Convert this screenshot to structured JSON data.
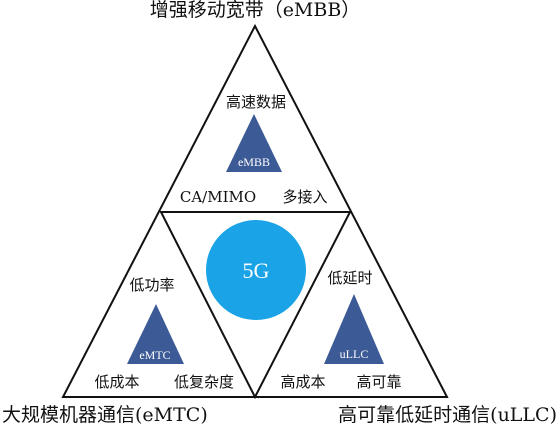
{
  "corners": {
    "top": "增强移动宽带（eMBB）",
    "left": "大规模机器通信(eMTC)",
    "right": "高可靠低延时通信(uLLC)"
  },
  "top_section": {
    "feature_top": "高速数据",
    "badge": "eMBB",
    "feature_left": "CA/MIMO",
    "feature_right": "多接入"
  },
  "left_section": {
    "feature_top": "低功率",
    "badge": "eMTC",
    "feature_left": "低成本",
    "feature_right": "低复杂度"
  },
  "right_section": {
    "feature_top": "低延时",
    "badge": "uLLC",
    "feature_left": "高成本",
    "feature_right": "高可靠"
  },
  "center": {
    "label": "5G"
  },
  "colors": {
    "badge": "#3c5a96",
    "circle": "#1aa3e6",
    "line": "#111111"
  }
}
